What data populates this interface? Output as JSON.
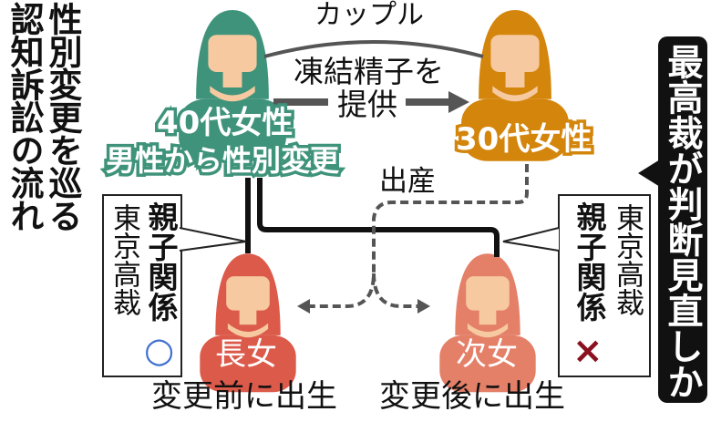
{
  "title": {
    "line1": "性別変更を巡る",
    "line2": "認知訴訟の流れ"
  },
  "side_note": "最高裁が判断見直しか",
  "parent_a": {
    "age": "40代女性",
    "note": "男性から性別変更",
    "color": "#3f937b"
  },
  "parent_b": {
    "age": "30代女性",
    "color": "#d4850c"
  },
  "couple_label": "カップル",
  "donation": {
    "line1": "凍結精子を",
    "line2": "提供"
  },
  "birth_label": "出産",
  "child1": {
    "name": "長女",
    "birth": "変更前に出生",
    "color": "#dc5a4a"
  },
  "child2": {
    "name": "次女",
    "birth": "変更後に出生",
    "color": "#e47f68"
  },
  "ruling1": {
    "court": "東京高裁",
    "relation": "親子関係",
    "result": "○",
    "result_color": "#3f6fd0"
  },
  "ruling2": {
    "court": "東京高裁",
    "relation": "親子関係",
    "result": "×",
    "result_color": "#8b1020"
  }
}
